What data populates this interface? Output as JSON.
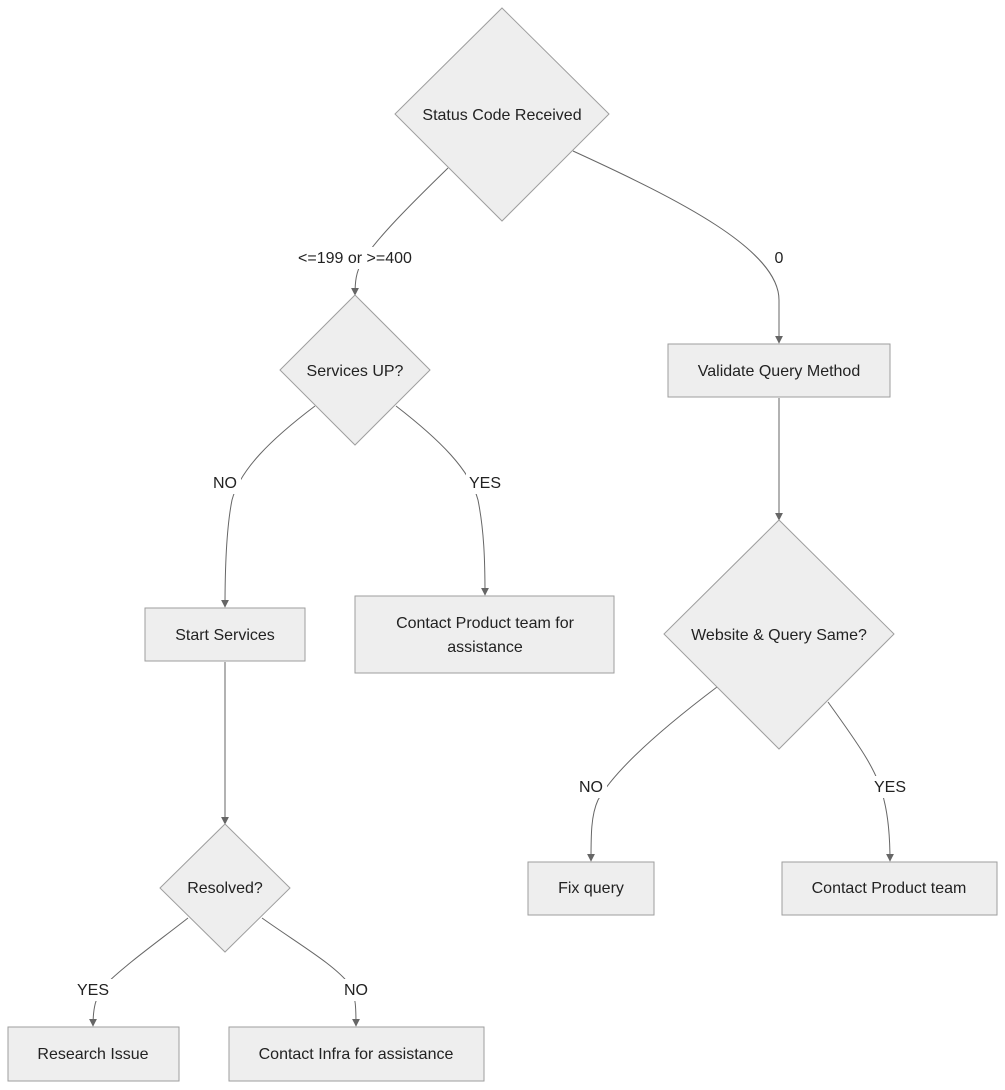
{
  "colors": {
    "node_fill": "#eeeeee",
    "node_stroke": "#9e9e9e",
    "edge": "#666666",
    "text": "#222222"
  },
  "nodes": {
    "status_code_received": {
      "label": "Status Code Received",
      "shape": "decision"
    },
    "services_up": {
      "label": "Services UP?",
      "shape": "decision"
    },
    "validate_query_method": {
      "label": "Validate Query Method",
      "shape": "process"
    },
    "start_services": {
      "label": "Start Services",
      "shape": "process"
    },
    "contact_product_assistance": {
      "label_line1": "Contact Product team for",
      "label_line2": "assistance",
      "shape": "process"
    },
    "website_query_same": {
      "label": "Website & Query Same?",
      "shape": "decision"
    },
    "resolved": {
      "label": "Resolved?",
      "shape": "decision"
    },
    "fix_query": {
      "label": "Fix query",
      "shape": "process"
    },
    "contact_product_team": {
      "label": "Contact Product team",
      "shape": "process"
    },
    "research_issue": {
      "label": "Research Issue",
      "shape": "process"
    },
    "contact_infra": {
      "label": "Contact Infra for assistance",
      "shape": "process"
    }
  },
  "edges": [
    {
      "from": "status_code_received",
      "to": "services_up",
      "label": "<=199 or >=400"
    },
    {
      "from": "status_code_received",
      "to": "validate_query_method",
      "label": "0"
    },
    {
      "from": "services_up",
      "to": "start_services",
      "label": "NO"
    },
    {
      "from": "services_up",
      "to": "contact_product_assistance",
      "label": "YES"
    },
    {
      "from": "validate_query_method",
      "to": "website_query_same",
      "label": ""
    },
    {
      "from": "start_services",
      "to": "resolved",
      "label": ""
    },
    {
      "from": "website_query_same",
      "to": "fix_query",
      "label": "NO"
    },
    {
      "from": "website_query_same",
      "to": "contact_product_team",
      "label": "YES"
    },
    {
      "from": "resolved",
      "to": "research_issue",
      "label": "YES"
    },
    {
      "from": "resolved",
      "to": "contact_infra",
      "label": "NO"
    }
  ]
}
